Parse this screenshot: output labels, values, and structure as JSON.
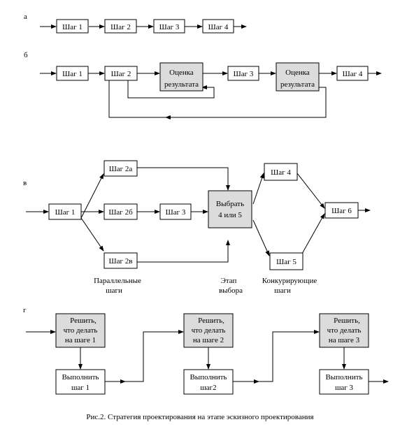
{
  "sections": {
    "a": "а",
    "b": "б",
    "v": "в",
    "g": "г"
  },
  "a": {
    "steps": [
      "Шаг 1",
      "Шаг 2",
      "Шаг 3",
      "Шаг 4"
    ]
  },
  "b": {
    "step1": "Шаг 1",
    "step2": "Шаг 2",
    "eval1": [
      "Оценка",
      "результата"
    ],
    "step3": "Шаг 3",
    "eval2": [
      "Оценка",
      "результата"
    ],
    "step4": "Шаг 4"
  },
  "v": {
    "step1": "Шаг 1",
    "step2a": "Шаг 2а",
    "step2b": "Шаг 2б",
    "step2v": "Шаг 2в",
    "step3": "Шаг 3",
    "choose": [
      "Выбрать",
      "4 или 5"
    ],
    "step4": "Шаг 4",
    "step5": "Шаг 5",
    "step6": "Шаг 6",
    "parallel": [
      "Параллельные",
      "шаги"
    ],
    "stage": [
      "Этап",
      "выбора"
    ],
    "competing": [
      "Конкурирующие",
      "шаги"
    ]
  },
  "g": {
    "decide1": [
      "Решить,",
      "что делать",
      "на шаге 1"
    ],
    "do1": [
      "Выполнить",
      "шаг 1"
    ],
    "decide2": [
      "Решить,",
      "что делать",
      "на шаге 2"
    ],
    "do2": [
      "Выполнить",
      "шаг2"
    ],
    "decide3": [
      "Решить,",
      "что делать",
      "на шаге 3"
    ],
    "do3": [
      "Выполнить",
      "шаг 3"
    ]
  },
  "caption": "Рис.2. Стратегия проектирования на этапе эскизного проектирования"
}
